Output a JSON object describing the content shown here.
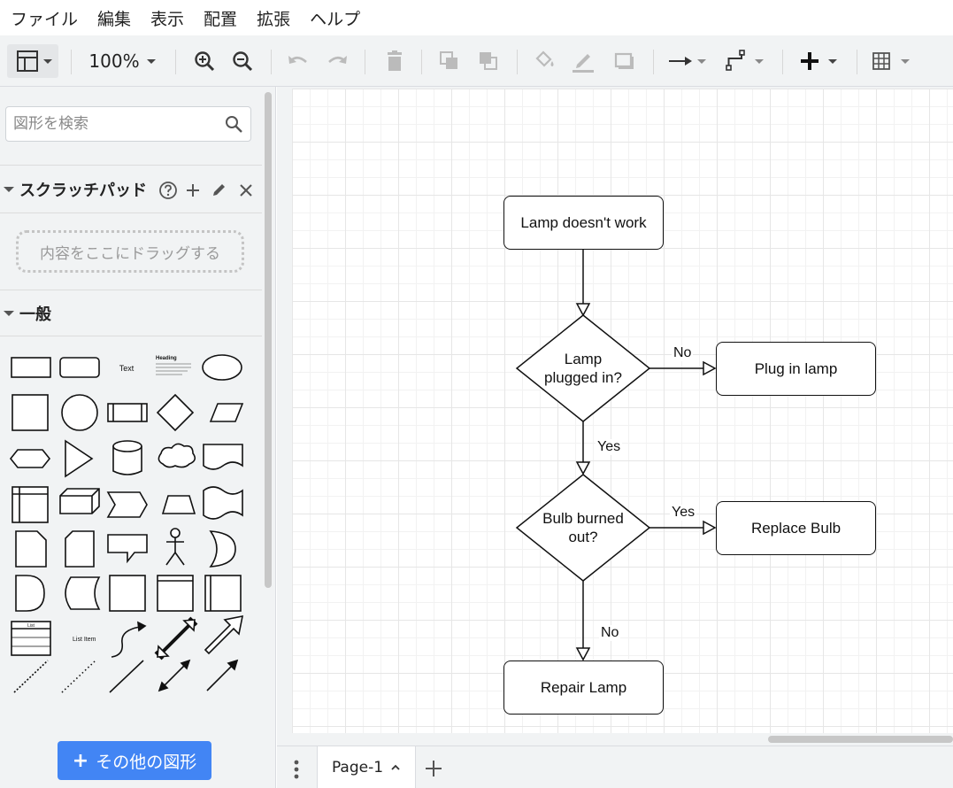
{
  "menu": {
    "items": [
      {
        "label": "ファイル"
      },
      {
        "label": "編集"
      },
      {
        "label": "表示"
      },
      {
        "label": "配置"
      },
      {
        "label": "拡張"
      },
      {
        "label": "ヘルプ"
      }
    ]
  },
  "toolbar": {
    "zoom": "100%",
    "tools": [
      "format-panel",
      "zoom-in",
      "zoom-out",
      "undo",
      "redo",
      "delete",
      "to-front",
      "to-back",
      "fill-color",
      "line-color",
      "shadow",
      "connection",
      "waypoints",
      "insert",
      "table"
    ]
  },
  "sidebar": {
    "search_placeholder": "図形を検索",
    "scratchpad": {
      "title": "スクラッチパッド",
      "drop_hint": "内容をここにドラッグする"
    },
    "general": {
      "title": "一般",
      "text_shape_label": "Text",
      "heading_shape_label": "Heading",
      "list_shape_label": "List",
      "list_item_label": "List Item"
    },
    "more_shapes_label": "その他の図形"
  },
  "diagram": {
    "nodes": {
      "start": "Lamp doesn't work",
      "q1": "Lamp plugged in?",
      "plug": "Plug in lamp",
      "q2": "Bulb burned out?",
      "replace": "Replace Bulb",
      "repair": "Repair Lamp"
    },
    "edges": {
      "q1_no": "No",
      "q1_yes": "Yes",
      "q2_yes": "Yes",
      "q2_no": "No"
    }
  },
  "pages": {
    "current": "Page-1"
  },
  "colors": {
    "accent": "#4285f4",
    "panel_bg": "#f1f3f4",
    "grid": "#e6e6e6",
    "shape_stroke": "#111111"
  }
}
